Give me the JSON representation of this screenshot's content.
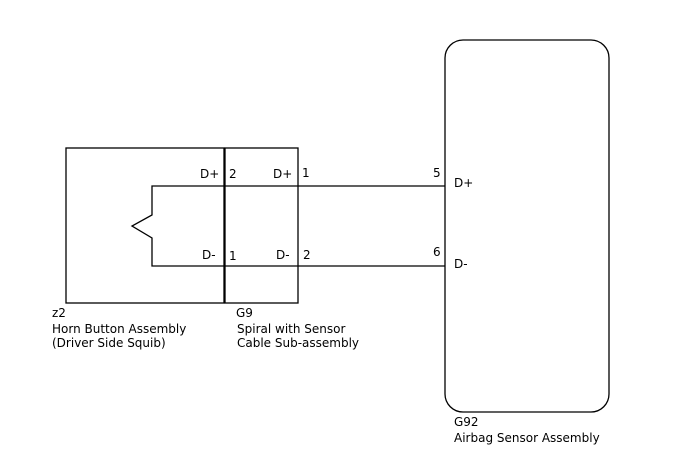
{
  "components": {
    "z2": {
      "code": "z2",
      "name_line1": "Horn Button Assembly",
      "name_line2": "(Driver Side Squib)",
      "pins": {
        "d_plus": {
          "label": "D+",
          "number": "2"
        },
        "d_minus": {
          "label": "D-",
          "number": "1"
        }
      }
    },
    "g9": {
      "code": "G9",
      "name_line1": "Spiral with Sensor",
      "name_line2": "Cable Sub-assembly",
      "pins": {
        "d_plus": {
          "label": "D+",
          "number": "1"
        },
        "d_minus": {
          "label": "D-",
          "number": "2"
        }
      }
    },
    "g92": {
      "code": "G92",
      "name_line1": "Airbag Sensor Assembly",
      "pins": {
        "d_plus": {
          "label": "D+",
          "number": "5"
        },
        "d_minus": {
          "label": "D-",
          "number": "6"
        }
      }
    }
  }
}
